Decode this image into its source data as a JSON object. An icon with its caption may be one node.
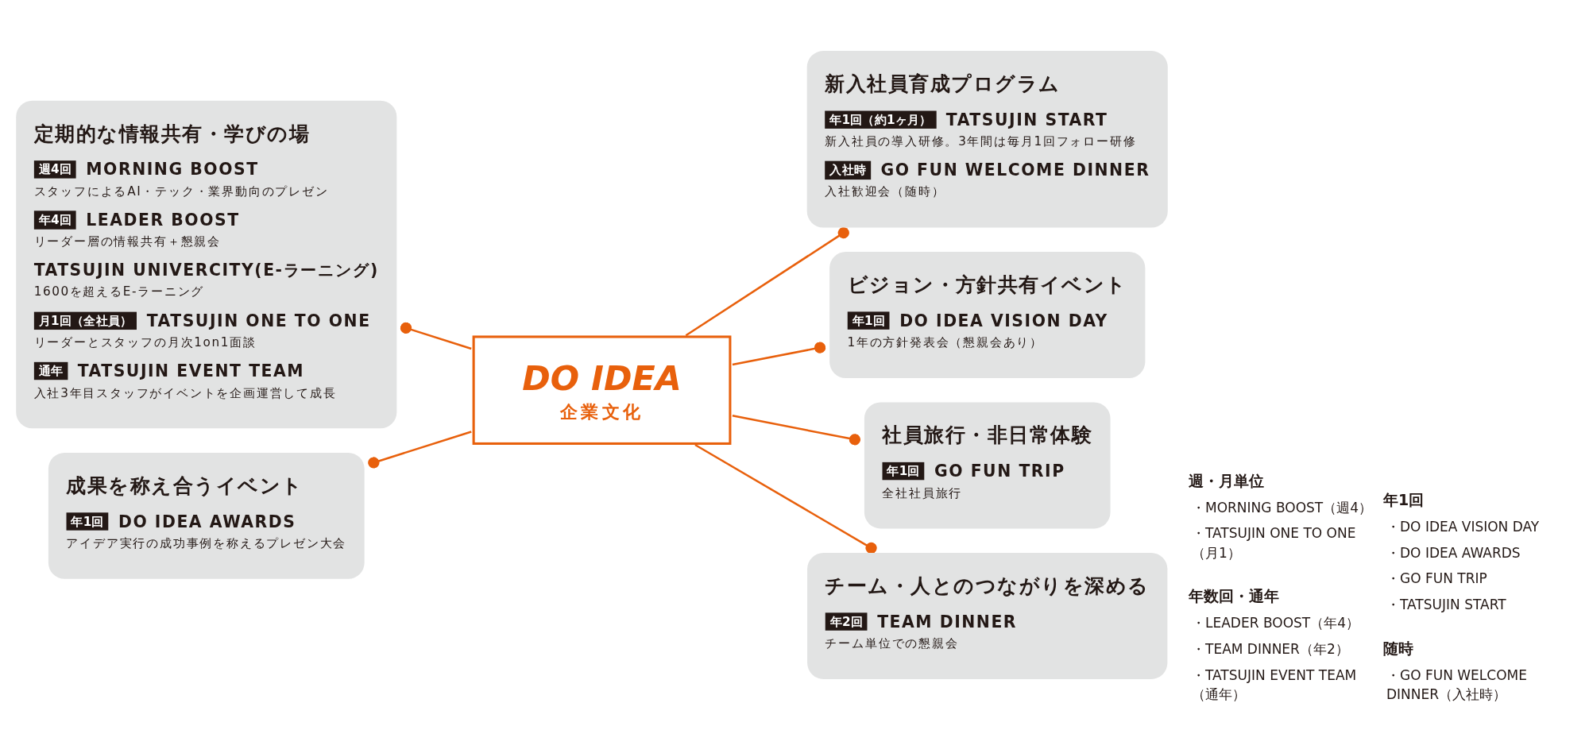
{
  "diagram": {
    "nodes": [
      {
        "text": [
          "定期的な情報共有・学びの場",
          "週4回",
          "MORNING BOOST",
          "スタッフによるAI・テック・業界動向のプレゼン",
          "年4回",
          "LEADER BOOST",
          "リーダー層の情報共有＋懇親会",
          "TATSUJIN UNIVERCITY(E-ラーニング)",
          "1600を超えるE-ラーニング",
          "月1回（全社員）",
          "TATSUJIN ONE TO ONE",
          "リーダーとスタッフの月次1on1面談",
          "通年",
          "TATSUJIN EVENT TEAM",
          "入社3年目スタッフがイベントを企画運営して成長"
        ]
      },
      {
        "text": [
          "新入社員育成プログラム",
          "年1回（約1ヶ月）",
          "TATSUJIN START",
          "新入社員の導入研修。3年間は毎月1回フォロー研修",
          "入社時",
          "GO FUN WELCOME DINNER",
          "入社歓迎会（随時）"
        ]
      },
      {
        "text": [
          "ビジョン・方針共有イベント",
          "年1回",
          "DO IDEA VISION DAY",
          "1年の方針発表会（懇親会あり）"
        ]
      },
      {
        "text": [
          "社員旅行・非日常体験",
          "年1回",
          "GO FUN TRIP",
          "全社社員旅行"
        ]
      },
      {
        "text": [
          "DO IDEA",
          "企業文化"
        ]
      },
      {
        "text": [
          "成果を称え合うイベント",
          "年1回",
          "DO IDEA AWARDS",
          "アイデア実行の成功事例を称えるプレゼン大会"
        ]
      },
      {
        "text": [
          "チーム・人とのつながりを深める",
          "年2回",
          "TEAM DINNER",
          "チーム単位での懇親会"
        ]
      }
    ],
    "edges": [
      {
        "from": 4,
        "to": 0,
        "arrow": "other"
      },
      {
        "from": 4,
        "to": 1,
        "arrow": "other"
      },
      {
        "from": 4,
        "to": 2,
        "arrow": "other"
      },
      {
        "from": 4,
        "to": 3,
        "arrow": "other"
      },
      {
        "from": 4,
        "to": 5,
        "arrow": "other"
      },
      {
        "from": 4,
        "to": 6,
        "arrow": "other"
      }
    ],
    "labels": [
      "週・月単位",
      "・MORNING BOOST（週4）",
      "・TATSUJIN ONE TO ONE（月1）",
      "年数回・通年",
      "・LEADER BOOST（年4）",
      "・TEAM DINNER（年2）",
      "・TATSUJIN EVENT TEAM（通年）",
      "年1回",
      "・DO IDEA VISION DAY",
      "・DO IDEA AWARDS",
      "・GO FUN TRIP",
      "・TATSUJIN START",
      "随時",
      "・GO FUN WELCOME DINNER（入社時）"
    ]
  }
}
